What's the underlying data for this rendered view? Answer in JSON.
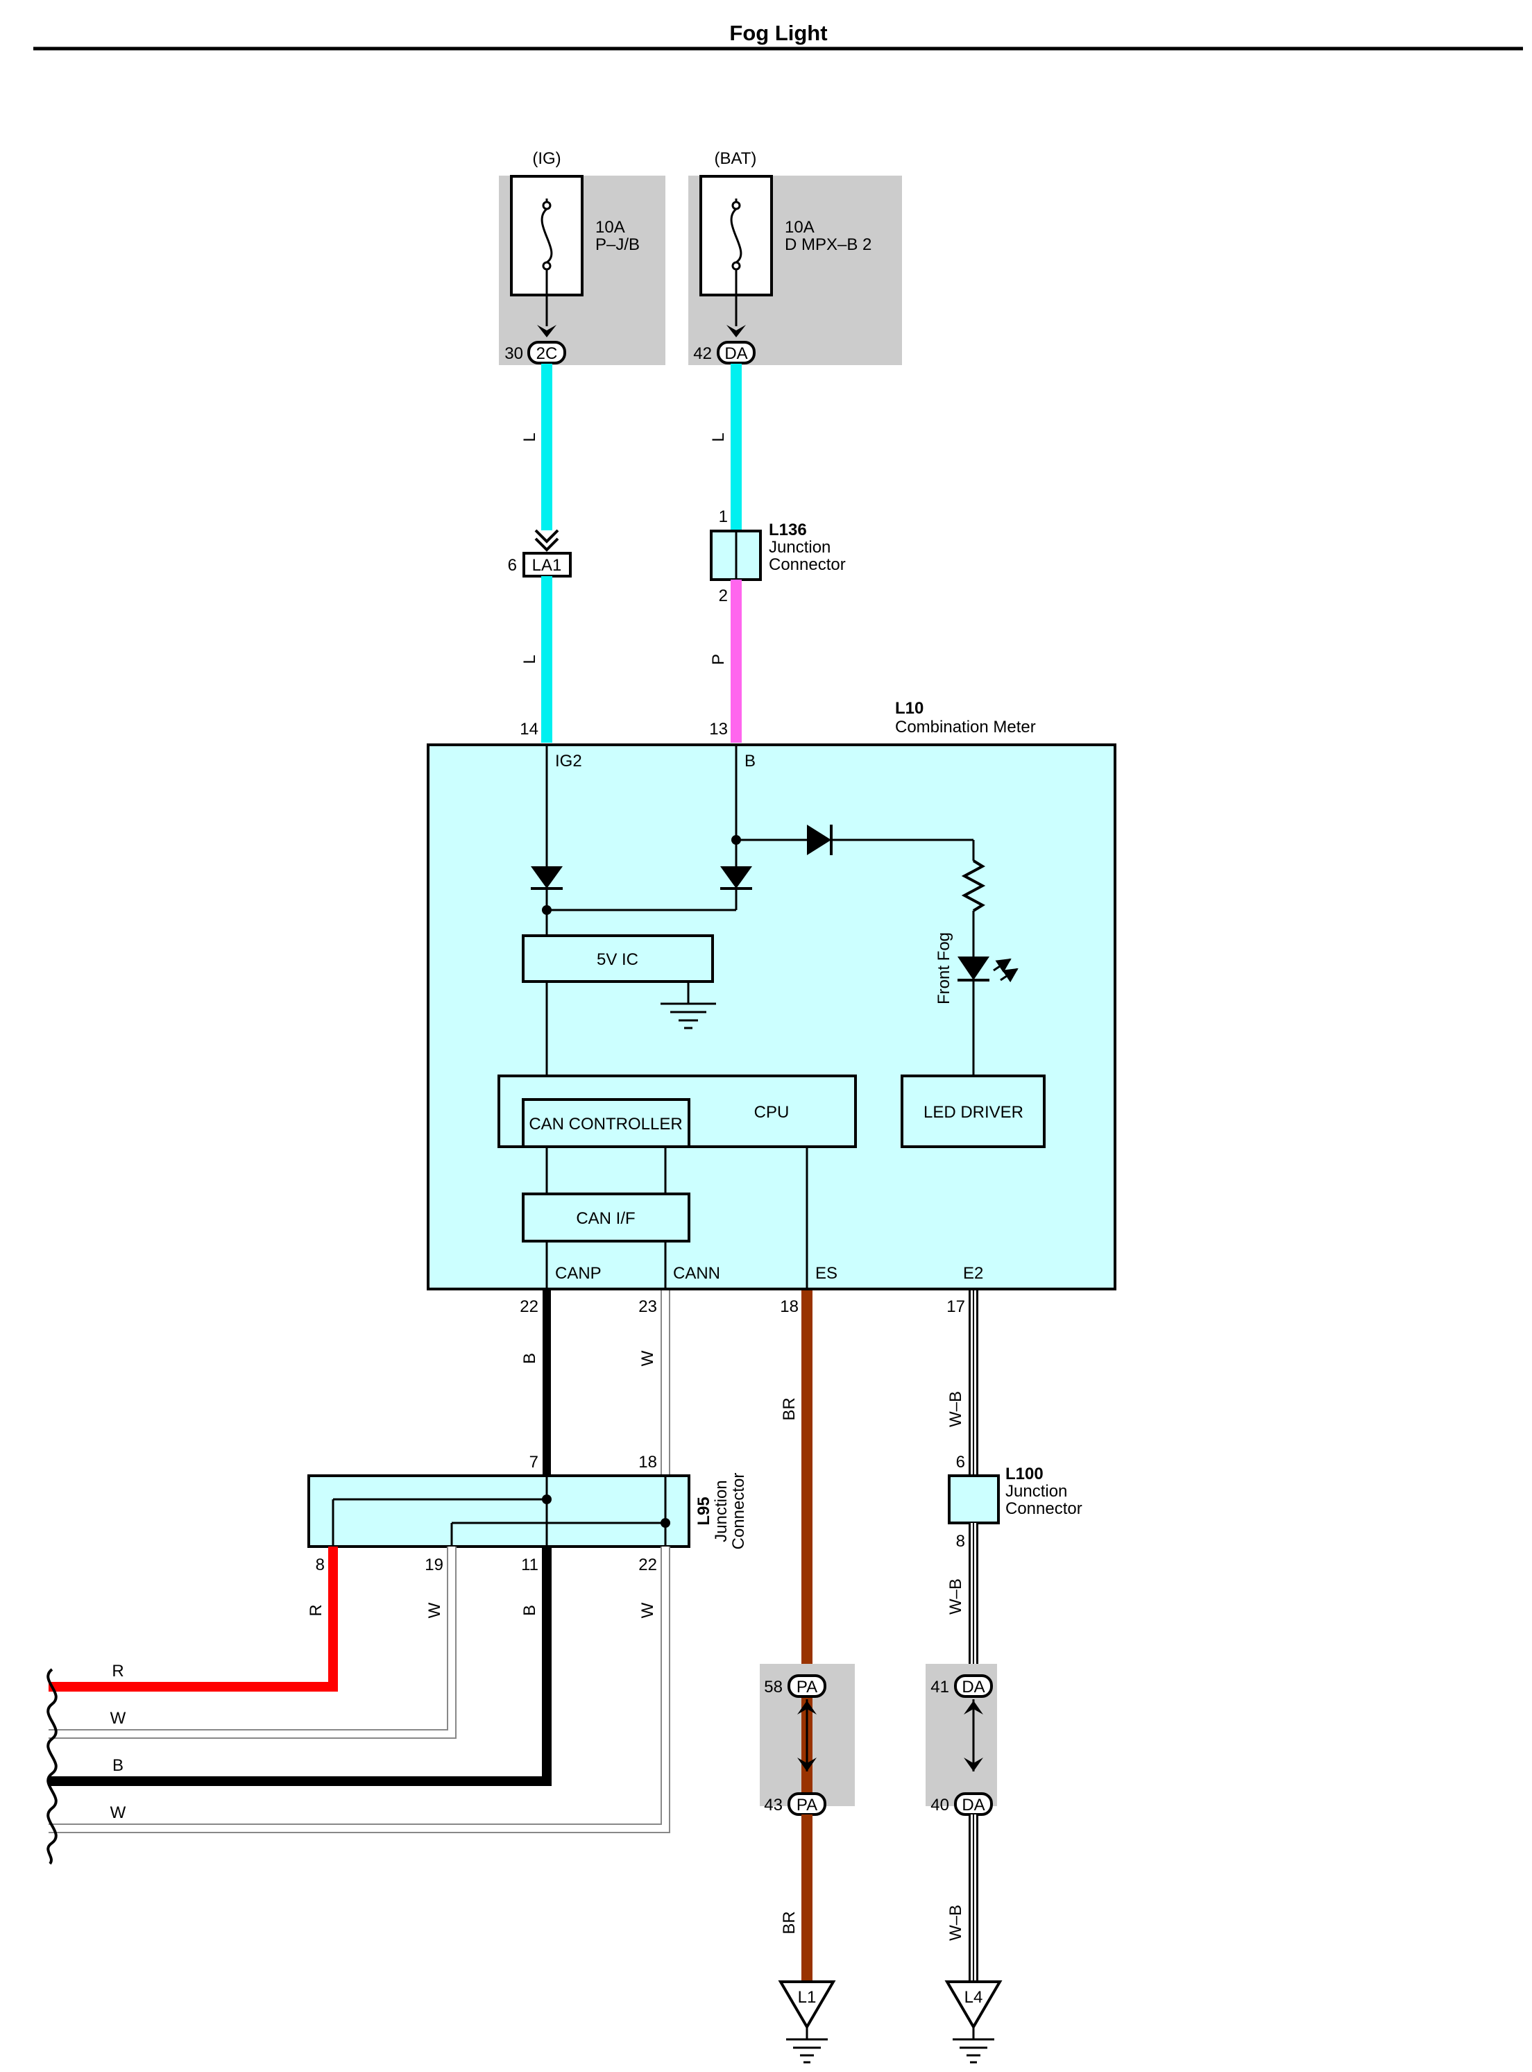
{
  "title": "Fog Light",
  "colors": {
    "wire_L": "#00f0f0",
    "wire_P": "#ff66ee",
    "wire_B": "#000000",
    "wire_R": "#ff0000",
    "wire_BR": "#993300",
    "wire_W_outline": "#888888",
    "box_fill": "#ccffff",
    "fuse_bg": "#cccccc"
  },
  "fuses": {
    "ig": {
      "supply": "(IG)",
      "rating": "10A",
      "name": "P–J/B",
      "pin": "30",
      "conn": "2C"
    },
    "bat": {
      "supply": "(BAT)",
      "rating": "10A",
      "name": "D MPX–B 2",
      "pin": "42",
      "conn": "DA"
    }
  },
  "wires": {
    "ig_upper": "L",
    "ig_lower": "L",
    "bat_upper": "L",
    "bat_lower": "P",
    "canp": "B",
    "cann": "W",
    "es": "BR",
    "e2": "W–B",
    "l95_8": "R",
    "l95_19": "W",
    "l95_11": "B",
    "l95_22": "W",
    "es_lower": "BR",
    "e2_mid": "W–B",
    "e2_lower": "W–B"
  },
  "la1": {
    "pin": "6",
    "conn": "LA1"
  },
  "l136": {
    "id": "L136",
    "line1": "Junction",
    "line2": "Connector",
    "pin_top": "1",
    "pin_bottom": "2"
  },
  "meter": {
    "id": "L10",
    "name": "Combination Meter",
    "pin_ig2": "14",
    "pin_b": "13",
    "term_ig2": "IG2",
    "term_b": "B",
    "ic_label": "5V IC",
    "cpu_label": "CPU",
    "can_controller_label": "CAN CONTROLLER",
    "can_if_label": "CAN I/F",
    "led_driver_label": "LED DRIVER",
    "led_label": "Front Fog",
    "term_canp": "CANP",
    "term_cann": "CANN",
    "term_es": "ES",
    "term_e2": "E2",
    "pin_canp": "22",
    "pin_cann": "23",
    "pin_es": "18",
    "pin_e2": "17"
  },
  "l95": {
    "id": "L95",
    "line1": "Junction",
    "line2": "Connector",
    "pin_7": "7",
    "pin_18": "18",
    "pin_8": "8",
    "pin_19": "19",
    "pin_11": "11",
    "pin_22": "22"
  },
  "l100": {
    "id": "L100",
    "line1": "Junction",
    "line2": "Connector",
    "pin_top": "6",
    "pin_bottom": "8"
  },
  "connectors": {
    "pa_top": {
      "pin": "58",
      "conn": "PA"
    },
    "pa_bottom": {
      "pin": "43",
      "conn": "PA"
    },
    "da_top": {
      "pin": "41",
      "conn": "DA"
    },
    "da_bottom": {
      "pin": "40",
      "conn": "DA"
    }
  },
  "grounds": {
    "l1": "L1",
    "l4": "L4"
  },
  "left_wires": {
    "r": "R",
    "w1": "W",
    "b": "B",
    "w2": "W"
  }
}
